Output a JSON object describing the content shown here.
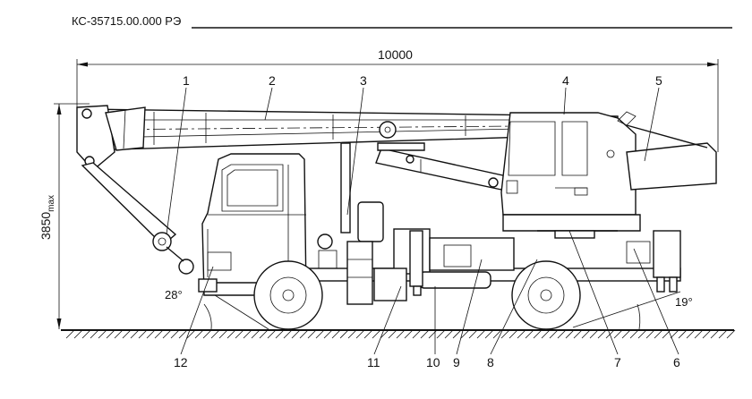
{
  "header": {
    "code": "КС-35715.00.000 РЭ"
  },
  "dimensions": {
    "length": "10000",
    "height_value": "3850",
    "height_suffix": "max",
    "angle_front": "28°",
    "angle_rear": "19°"
  },
  "callouts": [
    "1",
    "2",
    "3",
    "4",
    "5",
    "6",
    "7",
    "8",
    "9",
    "10",
    "11",
    "12"
  ]
}
